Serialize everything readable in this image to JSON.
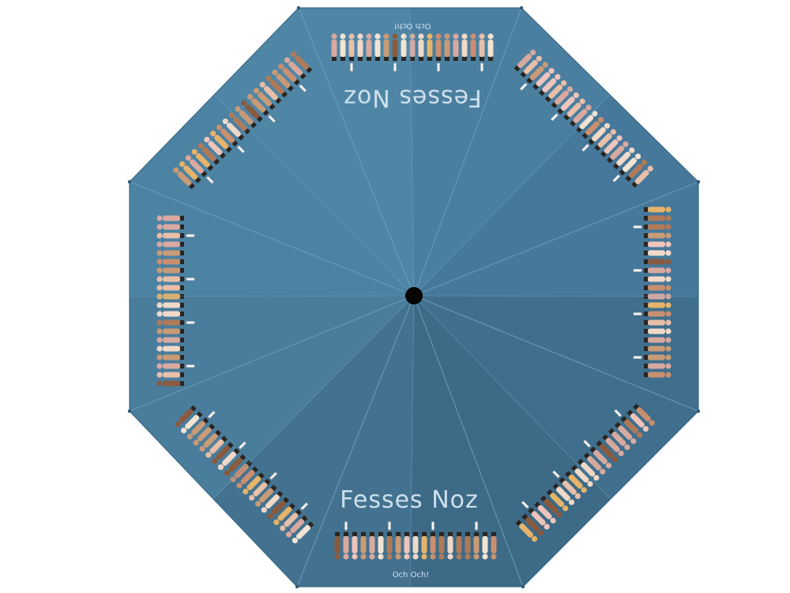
{
  "canopy": {
    "slogan_top": "Fesses Noz",
    "slogan_bottom": "Fesses Noz",
    "brand_top": "Och Och!",
    "brand_bottom": "Och Och!"
  },
  "colors": {
    "background": "#ffffff",
    "canopy_base": "#4a7e9c",
    "panel_light": "#4f86a6",
    "panel_dark": "#3f6f8c",
    "rib": "#6a9dbb",
    "tip": "#2e5870",
    "hub": "#050505",
    "slogan": "#cfe0ec",
    "figure_skin_tones": [
      "#c99a76",
      "#e8bfa8",
      "#f0d9c8",
      "#b07a58",
      "#d9a9a0",
      "#f2e3d2",
      "#c98f6f",
      "#e6b36a",
      "#8a5a3e",
      "#efc4bc"
    ]
  },
  "icons": {
    "hub": "umbrella-hub-icon",
    "figures": "standing-figure-icon"
  }
}
